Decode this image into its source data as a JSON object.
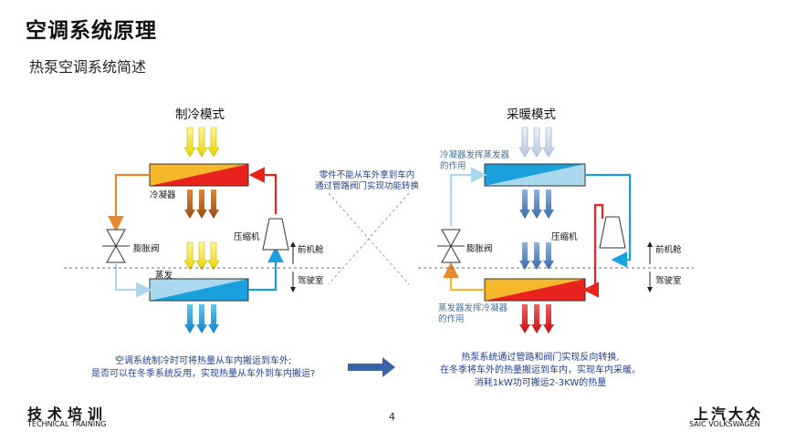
{
  "header": {
    "title": "空调系统原理",
    "subtitle": "热泵空调系统简述"
  },
  "cooling": {
    "mode_title": "制冷模式",
    "condenser_label": "冷凝器",
    "expansion_valve_label": "膨胀阀",
    "compressor_label": "压缩机",
    "evaporator_label": "蒸发",
    "front_cabin_label": "前机舱",
    "cockpit_label": "驾驶室",
    "description_line1": "空调系统制冷时可将热量从车内搬运到车外;",
    "description_line2": "是否可以在冬季系统反用，实现热量从车外到车内搬运?"
  },
  "center_note": {
    "line1": "零件不能从车外拿到车内",
    "line2": "通过管路阀门实现功能转换"
  },
  "heating": {
    "mode_title": "采暖模式",
    "condenser_note_line1": "冷凝器发挥蒸发器",
    "condenser_note_line2": "的作用",
    "expansion_valve_label": "膨胀阀",
    "compressor_label": "压缩机",
    "evaporator_note_line1": "蒸发器发挥冷凝器",
    "evaporator_note_line2": "的作用",
    "front_cabin_label": "前机舱",
    "cockpit_label": "驾驶室",
    "description_line1": "热泵系统通过管路和阀门实现反向转换,",
    "description_line2": "在冬季将车外的热量搬运到车内，实现车内采暖。",
    "description_line3": "消耗1kW功可搬运2-3KW的热量"
  },
  "footer": {
    "left_cn": "技术培训",
    "left_en": "TECHNICAL TRAINING",
    "page_number": "4",
    "right_cn": "上汽大众",
    "right_en": "SAIC VOLKSWAGEN"
  },
  "colors": {
    "hot_red": "#e8231e",
    "warm_yellow": "#f2b51c",
    "cold_blue": "#1aa0dc",
    "light_blue": "#a9d8ef",
    "pipe_orange": "#e6892e",
    "pipe_red": "#e8231e",
    "pipe_blue": "#1aa0dc",
    "arrow_yellow": "#f5e21a",
    "arrow_brown": "#b06020",
    "arrow_steel": "#5a84b8",
    "arrow_pale": "#c5d6ea",
    "big_arrow": "#3c63a8"
  }
}
